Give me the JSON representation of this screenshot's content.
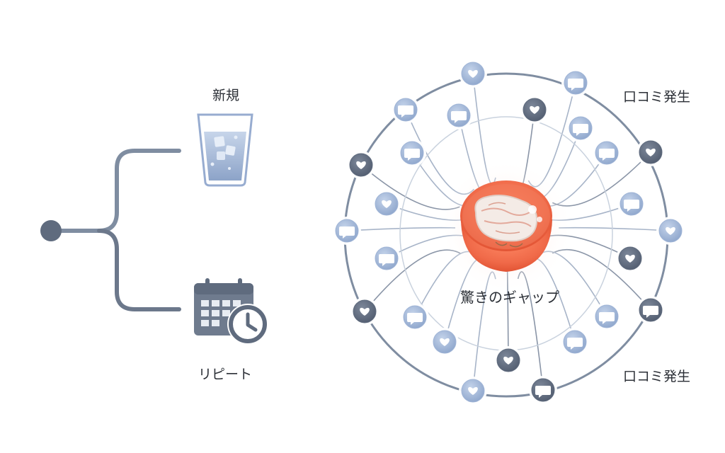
{
  "labels": {
    "new_customer": "新規",
    "repeat_customer": "リピート",
    "word_of_mouth_top": "口コミ発生",
    "word_of_mouth_bottom": "口コミ発生",
    "center": "驚きのギャップ"
  },
  "icons": {
    "new_customer": "water-glass-icon",
    "repeat_customer": "calendar-clock-icon",
    "center": "steak-bowl-icon",
    "node_kinds": [
      "heart-bubble-icon",
      "chat-bubble-icon"
    ]
  },
  "colors": {
    "line": "#7f8da1",
    "light_node": "#9fb4d6",
    "dark_node": "#5f6b7e",
    "accent": "#f06a49",
    "text": "#2b2f36"
  }
}
